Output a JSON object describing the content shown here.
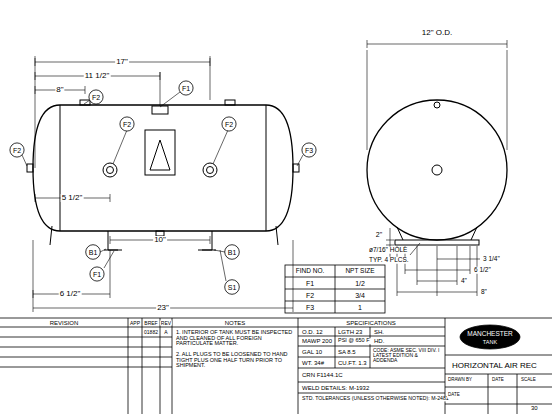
{
  "diagram": {
    "labels": [
      "17\"",
      "11 1/2\"",
      "8\"",
      "F2",
      "F1",
      "F2",
      "F2",
      "F2",
      "F3",
      "5 1/2\"",
      "10\"",
      "B1",
      "F1",
      "B1",
      "S1",
      "6 1/2\"",
      "23\"",
      "12\" O.D.",
      "2\"",
      "ø7/16\" HOLE",
      "TYP. 4 PLCS.",
      "3 1/4\"",
      "6 1/2\"",
      "4\"",
      "8\"",
      "FIND NO.",
      "NPT SIZE",
      "F1",
      "1/2",
      "F2",
      "3/4",
      "F3",
      "1",
      "REVISION",
      "APP",
      "BREF",
      "REV",
      "NOTES",
      "SPECIFICATIONS",
      "01882",
      "A",
      "1. INTERIOR OF TANK MUST BE INSPECTED AND CLEANED OF ALL FOREIGN PARTICULATE MATTER.",
      "2. ALL PLUGS TO BE LOOSENED TO HAND TIGHT PLUS ONE HALF TURN PRIOR TO SHIPMENT.",
      "O.D. 12",
      "LGTH 23",
      "SH.",
      "MAWP 200",
      "PSI @ 650 F",
      "HD.",
      "GAL 10",
      "SA 8.5",
      "WT. 34#",
      "CU.FT. 1.3",
      "CODE: ASME SEC. VIII DIV. I LATEST EDITION & ADDENDA",
      "CRN F1144.1C",
      "WELD DETAILS: M-1932",
      "STD. TOLERANCES (UNLESS OTHERWISE NOTED): M-2481",
      "MANCHESTER",
      "TANK",
      "HORIZONTAL AIR REC",
      "DRAWN BY",
      "DATE",
      "SCALE",
      "DATE",
      "30"
    ]
  }
}
